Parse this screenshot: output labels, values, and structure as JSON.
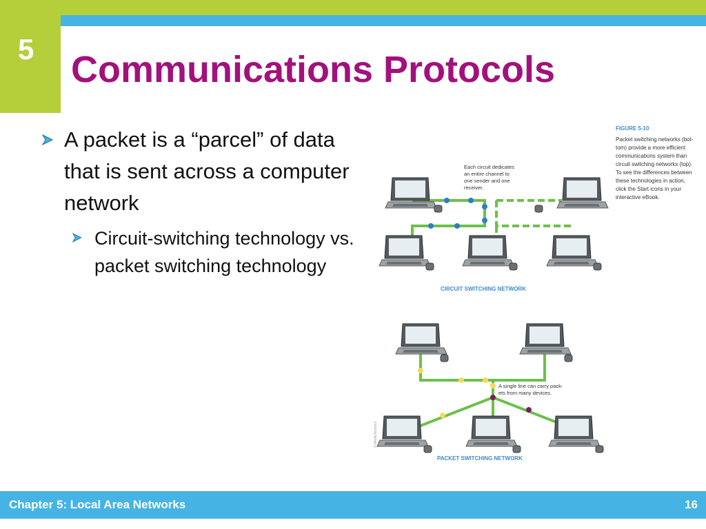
{
  "slide": {
    "chapter_number": "5",
    "title": "Communications Protocols",
    "bullet_1": "A packet is a “parcel” of data that is sent across a computer network",
    "bullet_2": "Circuit-switching technology vs. packet switching technology"
  },
  "figure": {
    "label": "FIGURE 5-10",
    "caption": [
      "Packet switching networks (bot-",
      "tom) provide a more efficient",
      "communications system than",
      "circuit switching networks (top).",
      "To see the differences between",
      "these technologies in action,",
      "click the Start icons in your",
      "interactive eBook."
    ],
    "circuit_note": [
      "Each circuit dedicates",
      "an entire channel to",
      "one sender and one",
      "receiver."
    ],
    "circuit_title": "CIRCUIT SWITCHING NETWORK",
    "packet_note": [
      "A single line can carry pack-",
      "ets from many devices."
    ],
    "packet_title": "PACKET SWITCHING NETWORK",
    "credit": "© MediaTechnics"
  },
  "footer": {
    "chapter_title": "Chapter 5: Local Area Networks",
    "page_number": "16"
  },
  "colors": {
    "accent_green": "#b5cf3a",
    "accent_blue": "#45b4e4",
    "title_magenta": "#a2117c",
    "network_green": "#6cc04a",
    "dot_blue": "#2b7fc4",
    "dot_yellow": "#f3dc5a",
    "dot_purple": "#7a1f5c"
  }
}
